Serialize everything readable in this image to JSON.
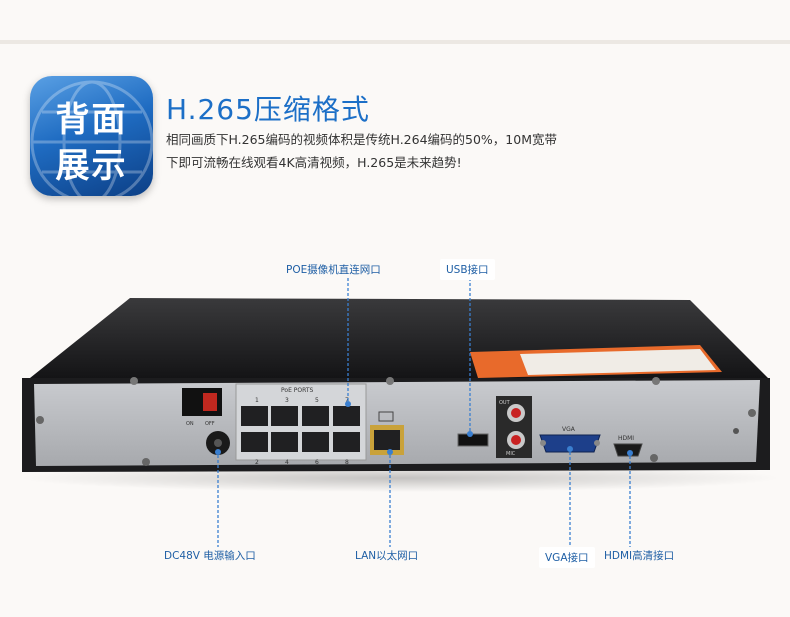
{
  "header": {
    "badge_line1": "背面",
    "badge_line2": "展示",
    "headline": "H.265压缩格式",
    "desc_line1": "相同画质下H.265编码的视频体积是传统H.264编码的50%，10M宽带",
    "desc_line2": "下即可流畅在线观看4K高清视频，H.265是未来趋势!"
  },
  "device": {
    "poe_ports_label": "PoE PORTS",
    "port_numbers_top": [
      "1",
      "3",
      "5",
      "7"
    ],
    "port_numbers_bottom": [
      "2",
      "4",
      "6",
      "8"
    ],
    "switch_on": "ON",
    "switch_off": "OFF",
    "vga_label": "VGA",
    "hdmi_label": "HDMI",
    "audio_out_label": "OUT",
    "mic_label": "MIC"
  },
  "callouts": {
    "poe": "POE摄像机直连网口",
    "usb": "USB接口",
    "dc": "DC48V 电源输入口",
    "lan": "LAN以太网口",
    "vga": "VGA接口",
    "hdmi": "HDMI高清接口"
  },
  "colors": {
    "accent": "#1c6fc7",
    "callout_line": "#3a7fd0",
    "device_body": "#1c1c1e",
    "device_panel": "#b7b9bd"
  }
}
